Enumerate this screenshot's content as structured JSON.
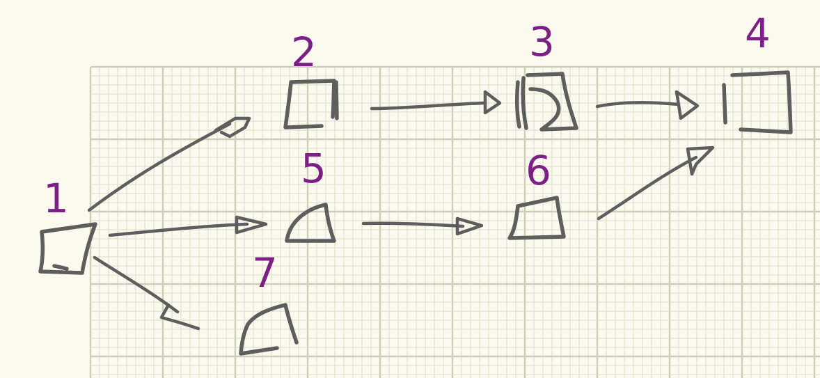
{
  "diagram": {
    "nodes": [
      {
        "id": "1",
        "label": "1"
      },
      {
        "id": "2",
        "label": "2"
      },
      {
        "id": "3",
        "label": "3"
      },
      {
        "id": "4",
        "label": "4"
      },
      {
        "id": "5",
        "label": "5"
      },
      {
        "id": "6",
        "label": "6"
      },
      {
        "id": "7",
        "label": "7"
      }
    ],
    "edges": [
      {
        "from": "1",
        "to": "2"
      },
      {
        "from": "1",
        "to": "5"
      },
      {
        "from": "1",
        "to": "7"
      },
      {
        "from": "2",
        "to": "3"
      },
      {
        "from": "3",
        "to": "4"
      },
      {
        "from": "5",
        "to": "6"
      },
      {
        "from": "6",
        "to": "4"
      }
    ]
  },
  "colors": {
    "paper": "#fcfaee",
    "ink": "#5e5e5e",
    "label_ink": "#7c1f86"
  }
}
